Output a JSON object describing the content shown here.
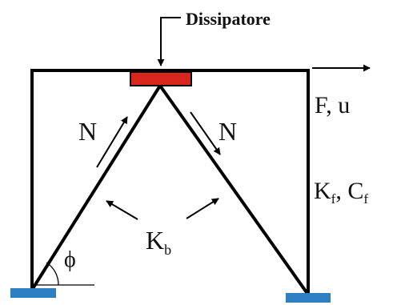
{
  "labels": {
    "dissipator": "Dissipatore",
    "force": "F, u",
    "axial_left": "N",
    "axial_right": "N",
    "frame_stiffness": "K",
    "frame_stiffness_sub": "f",
    "frame_damping": ", C",
    "frame_damping_sub": "f",
    "brace_stiffness": "K",
    "brace_stiffness_sub": "b",
    "angle": "ϕ"
  },
  "colors": {
    "frame": "#000000",
    "dissipator": "#d9261c",
    "support": "#2d7fc1",
    "text": "#111111"
  }
}
